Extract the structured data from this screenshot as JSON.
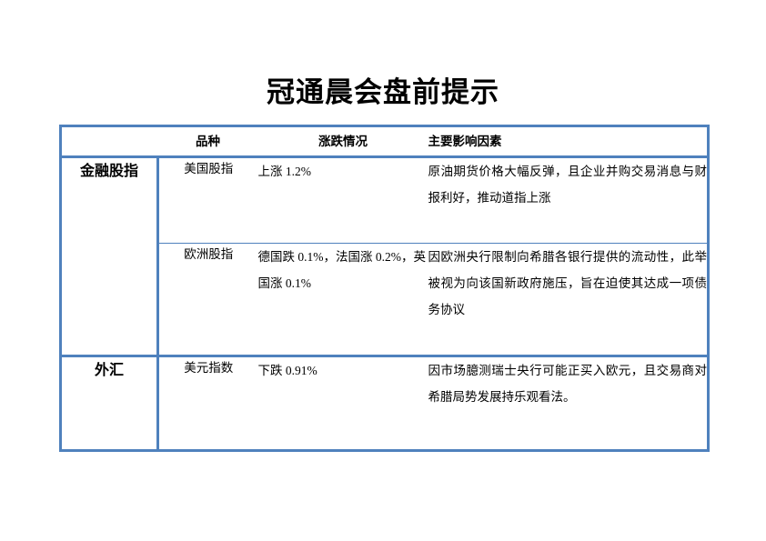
{
  "document": {
    "title": "冠通晨会盘前提示",
    "accent_color": "#4f81bd",
    "background_color": "#ffffff",
    "text_color": "#000000"
  },
  "table": {
    "headers": {
      "category": "",
      "variety": "品种",
      "change": "涨跌情况",
      "factors": "主要影响因素"
    },
    "groups": [
      {
        "category": "金融股指",
        "rows": [
          {
            "variety": "美国股指",
            "change": "上涨 1.2%",
            "factors": "原油期货价格大幅反弹，且企业并购交易消息与财报利好，推动道指上涨"
          },
          {
            "variety": "欧洲股指",
            "change": "德国跌 0.1%，法国涨 0.2%，英国涨 0.1%",
            "factors": "因欧洲央行限制向希腊各银行提供的流动性，此举被视为向该国新政府施压，旨在迫使其达成一项债务协议"
          }
        ]
      },
      {
        "category": "外汇",
        "rows": [
          {
            "variety": "美元指数",
            "change": "下跌 0.91%",
            "factors": "因市场臆测瑞士央行可能正买入欧元，且交易商对希腊局势发展持乐观看法。"
          }
        ]
      }
    ]
  }
}
